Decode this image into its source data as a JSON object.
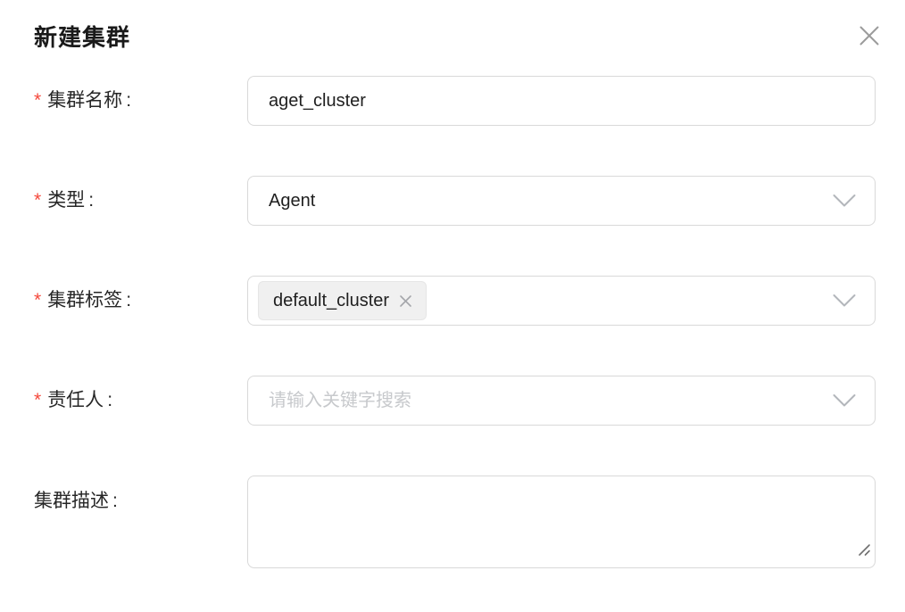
{
  "dialog": {
    "title": "新建集群",
    "required_mark": "*",
    "colon": ":"
  },
  "fields": [
    {
      "label": "集群名称",
      "required": true,
      "control": "text-input",
      "value": "aget_cluster"
    },
    {
      "label": "类型",
      "required": true,
      "control": "select",
      "value": "Agent"
    },
    {
      "label": "集群标签",
      "required": true,
      "control": "multi-select",
      "tags": [
        {
          "text": "default_cluster"
        }
      ]
    },
    {
      "label": "责任人",
      "required": true,
      "control": "search-select",
      "value": "",
      "placeholder": "请输入关键字搜索"
    },
    {
      "label": "集群描述",
      "required": false,
      "control": "textarea",
      "value": ""
    }
  ],
  "icons": {
    "close": "close-x",
    "select_arrow": "chevron-down",
    "tag_remove": "x",
    "textarea_corner": "resize-handle"
  },
  "colors": {
    "required": "#f5483b",
    "border": "#d9d9d9",
    "text": "#1f1f1f",
    "title": "#1a1a1a",
    "placeholder": "#c7c9cc",
    "icon_gray": "#a9acb2",
    "tag_background": "#f0f0f0"
  }
}
